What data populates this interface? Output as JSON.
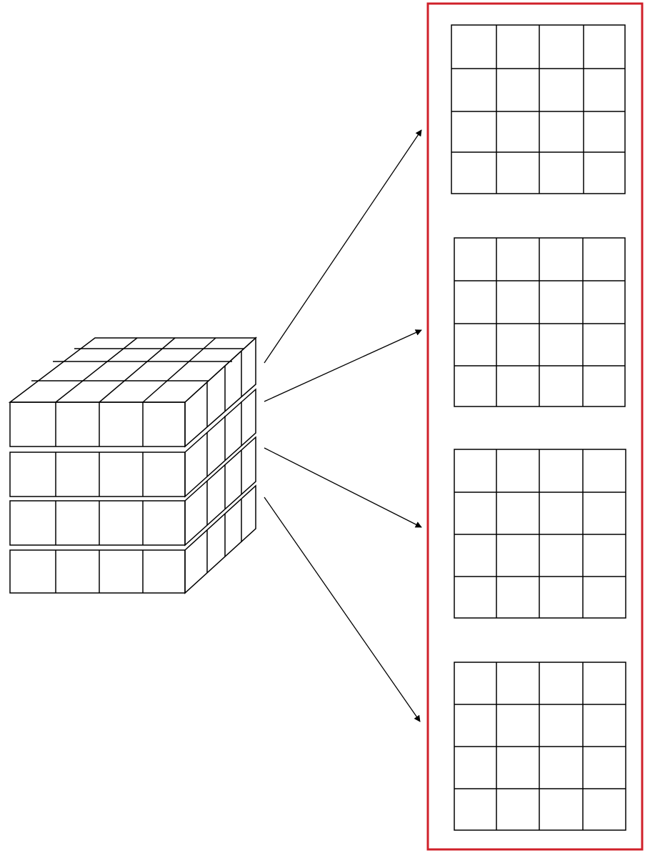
{
  "diagram": {
    "description_free": true,
    "layer_count": 4,
    "grid_rows": 4,
    "grid_cols": 4,
    "colors": {
      "line": "#000000",
      "container_border": "#d0202a",
      "background": "#ffffff"
    }
  }
}
